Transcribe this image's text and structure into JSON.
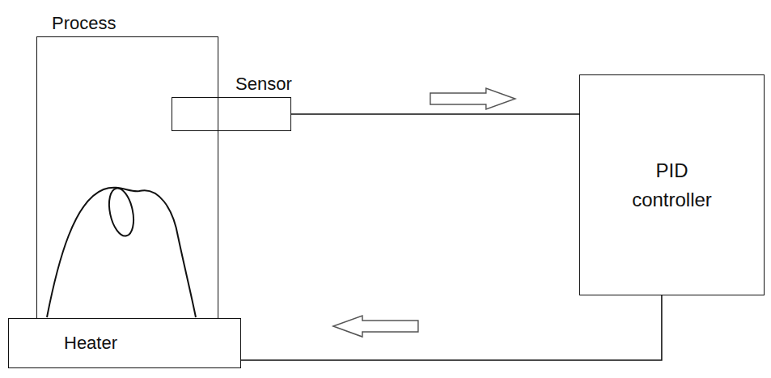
{
  "diagram": {
    "nodes": [
      {
        "text": [
          "Process"
        ]
      },
      {
        "text": [
          "Sensor"
        ]
      },
      {
        "text": [
          "PID controller"
        ]
      },
      {
        "text": [
          "Heater"
        ]
      }
    ],
    "edges": [
      {
        "from": 1,
        "to": 2,
        "arrow": "to"
      },
      {
        "from": 2,
        "to": 3,
        "arrow": "to"
      }
    ]
  }
}
